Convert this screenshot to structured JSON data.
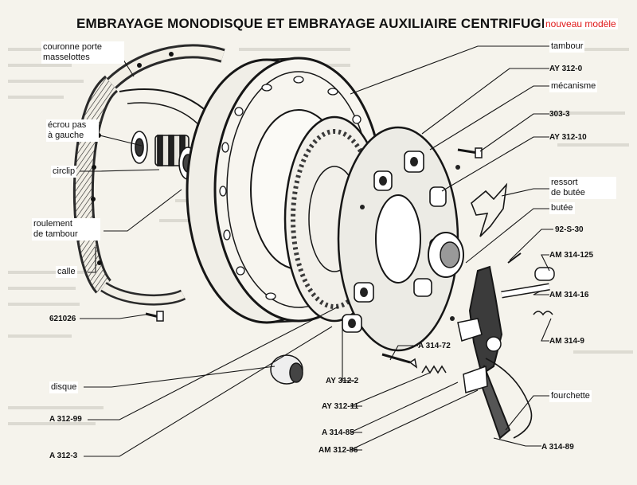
{
  "title": "EMBRAYAGE MONODISQUE ET EMBRAYAGE AUXILIAIRE CENTRIFUGE",
  "badge": "nouveau modèle",
  "labels": {
    "couronne": "couronne porte\nmasselottes",
    "ecrou": "écrou pas\nà gauche",
    "circlip": "circlip",
    "roulement": "roulement\nde tambour",
    "calle": "calle",
    "ref_621026": "621026",
    "disque": "disque",
    "a312_99": "A 312-99",
    "a312_3": "A 312-3",
    "tambour": "tambour",
    "ay312_0": "AY 312-0",
    "mecanisme": "mécanisme",
    "ref_303_3": "303-3",
    "ay312_10": "AY 312-10",
    "ressort": "ressort\nde butée",
    "butee": "butée",
    "ref_92_s_30": "92-S-30",
    "am314_125": "AM 314-125",
    "am314_16": "AM 314-16",
    "am314_9": "AM 314-9",
    "a314_72": "A 314-72",
    "ay312_2": "AY 312-2",
    "ay312_11": "AY 312-11",
    "a314_85": "A 314-85",
    "am312_86": "AM 312-86",
    "fourchette": "fourchette",
    "a314_89": "A 314-89"
  },
  "colors": {
    "ink": "#161616",
    "accent": "#e01818",
    "paper": "#f5f3ec"
  }
}
